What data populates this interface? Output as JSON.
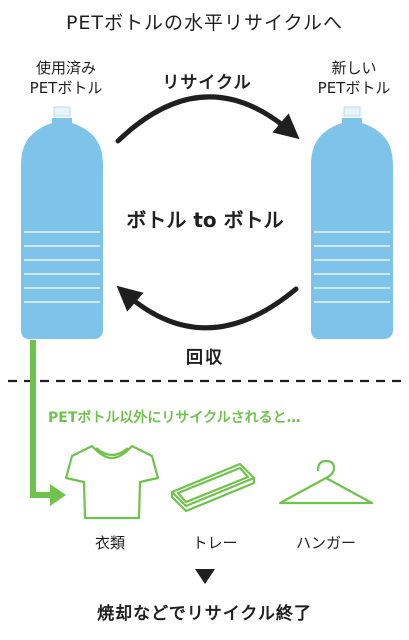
{
  "title": "PETボトルの水平リサイクルへ",
  "used_bottle_label": [
    "使用済み",
    "PETボトル"
  ],
  "new_bottle_label": [
    "新しい",
    "PETボトル"
  ],
  "recycle_label": "リサイクル",
  "center_label": "ボトル to ボトル",
  "collect_label": "回収",
  "other_recycle_text": "PETボトル以外にリサイクルされると…",
  "products": [
    {
      "label": "衣類",
      "icon": "tshirt-icon"
    },
    {
      "label": "トレー",
      "icon": "tray-icon"
    },
    {
      "label": "ハンガー",
      "icon": "hanger-icon"
    }
  ],
  "final_text": "焼却などでリサイクル終了",
  "colors": {
    "bottle": "#7ec4ea",
    "bottle_cap": "#e8f4fb",
    "accent_green": "#6fc24c",
    "arrow": "#1f1f1f"
  }
}
